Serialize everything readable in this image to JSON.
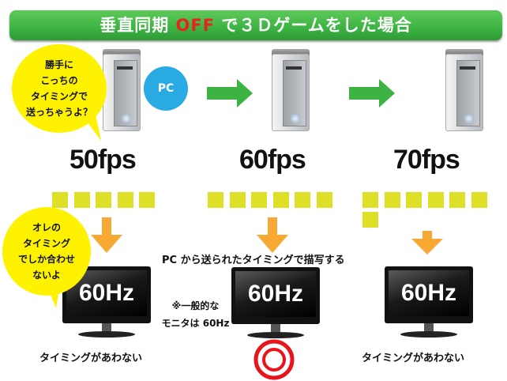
{
  "title": {
    "prefix": "垂直同期 ",
    "highlight": "OFF",
    "suffix": " で３Ｄゲームをした場合"
  },
  "pc_label": "PC",
  "bubble_pc": [
    "勝手に",
    "こっちの",
    "タイミングで",
    "送っちゃうよ？"
  ],
  "bubble_monitor": [
    "オレの",
    "タイミング",
    "でしか合わせ",
    "ないよ"
  ],
  "columns": [
    {
      "fps": "50fps",
      "frames": 5,
      "monitor": "60Hz",
      "result": "タイミングがあわない",
      "ok": false
    },
    {
      "fps": "60fps",
      "frames": 6,
      "monitor": "60Hz",
      "result": "",
      "ok": true
    },
    {
      "fps": "70fps",
      "frames": 7,
      "monitor": "60Hz",
      "result": "タイミングがあわない",
      "ok": false
    }
  ],
  "middle_caption": "PC から送られたタイミングで描写する",
  "note": [
    "※一般的な",
    "モニタは 60Hz"
  ],
  "colors": {
    "title": "#3cb343",
    "off": "#e8231f",
    "pc_circle": "#29aae2",
    "arrow_green": "#3cb343",
    "arrow_orange": "#f7a934",
    "frame": "#dde026",
    "bubble": "#fff200",
    "ok_mark": "#e8141b"
  }
}
